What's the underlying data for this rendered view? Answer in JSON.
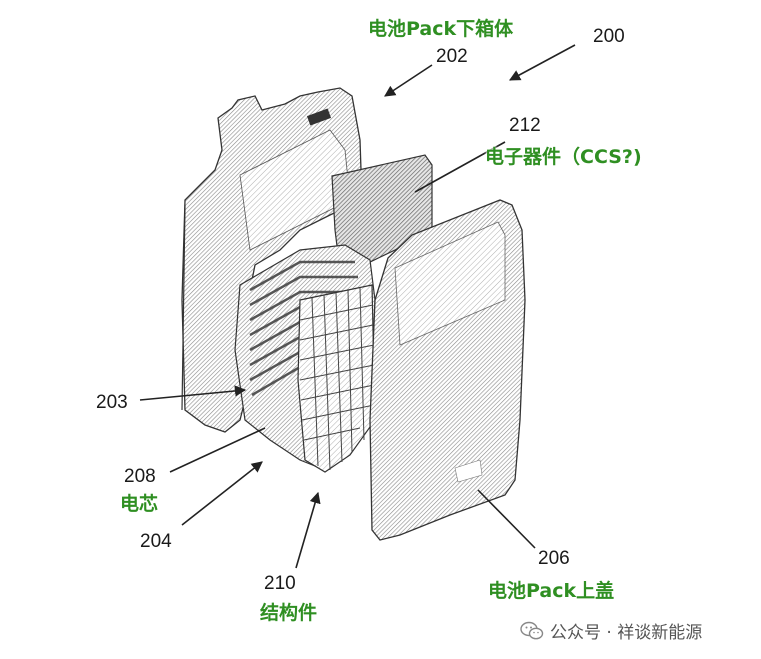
{
  "labels": {
    "n200": "200",
    "n202": "202",
    "n212": "212",
    "n203": "203",
    "n208": "208",
    "n204": "204",
    "n210": "210",
    "n206": "206",
    "cn_202": "电池Pack下箱体",
    "cn_212": "电子器件（CCS?)",
    "cn_208": "电芯",
    "cn_210": "结构件",
    "cn_206": "电池Pack上盖"
  },
  "watermark": {
    "icon": "wechat-icon",
    "text": "公众号 · 祥谈新能源"
  },
  "colors": {
    "chinese_label": "#2f8f22",
    "line_art": "#333333",
    "hatch": "#9a9a9a"
  }
}
